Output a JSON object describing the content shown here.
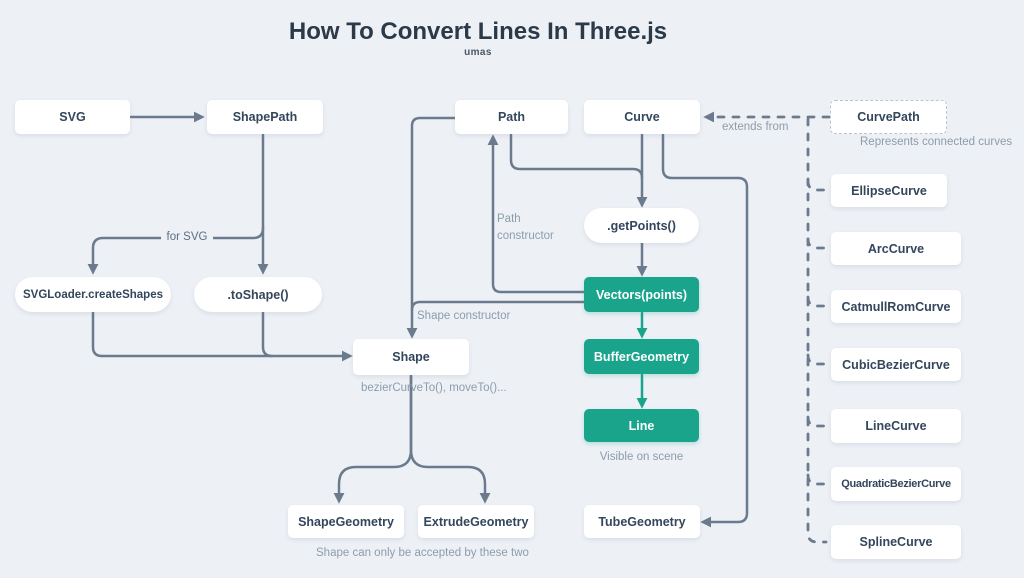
{
  "page": {
    "title": "How To Convert Lines In Three.js",
    "subtitle": "umas"
  },
  "colors": {
    "background": "#edf1f6",
    "box_bg": "#ffffff",
    "box_text": "#33465c",
    "accent_teal": "#19a48b",
    "line_gray": "#6b7b8d",
    "muted_text": "#8d9cab",
    "for_svg_text": "#5d6e80",
    "title_text": "#2b3948",
    "dashed_border": "#b9c4d0"
  },
  "nodes": {
    "svg": {
      "label": "SVG"
    },
    "shapepath": {
      "label": "ShapePath"
    },
    "svgloader_createshapes": {
      "label": "SVGLoader.createShapes"
    },
    "toshape": {
      "label": ".toShape()"
    },
    "shape": {
      "label": "Shape"
    },
    "shapegeometry": {
      "label": "ShapeGeometry"
    },
    "extrudegeometry": {
      "label": "ExtrudeGeometry"
    },
    "path": {
      "label": "Path"
    },
    "curve": {
      "label": "Curve"
    },
    "getpoints": {
      "label": ".getPoints()"
    },
    "vectors": {
      "label": "Vectors(points)"
    },
    "buffergeometry": {
      "label": "BufferGeometry"
    },
    "line": {
      "label": "Line"
    },
    "tubegeometry": {
      "label": "TubeGeometry"
    },
    "curvepath": {
      "label": "CurvePath"
    },
    "ellipsecurve": {
      "label": "EllipseCurve"
    },
    "arccurve": {
      "label": "ArcCurve"
    },
    "catmullromcurve": {
      "label": "CatmullRomCurve"
    },
    "cubicbeziercurve": {
      "label": "CubicBezierCurve"
    },
    "linecurve": {
      "label": "LineCurve"
    },
    "quadraticbeziercurve": {
      "label": "QuadraticBezierCurve"
    },
    "splinecurve": {
      "label": "SplineCurve"
    }
  },
  "annotations": {
    "for_svg": "for SVG",
    "extends_from": "extends from",
    "represents_connected": "Represents connected curves",
    "path_constructor": "Path constructor",
    "shape_constructor": "Shape constructor",
    "bezier_methods": "bezierCurveTo(), moveTo()...",
    "visible_on_scene": "Visible on scene",
    "accepted_note": "Shape can only be accepted by these two"
  }
}
